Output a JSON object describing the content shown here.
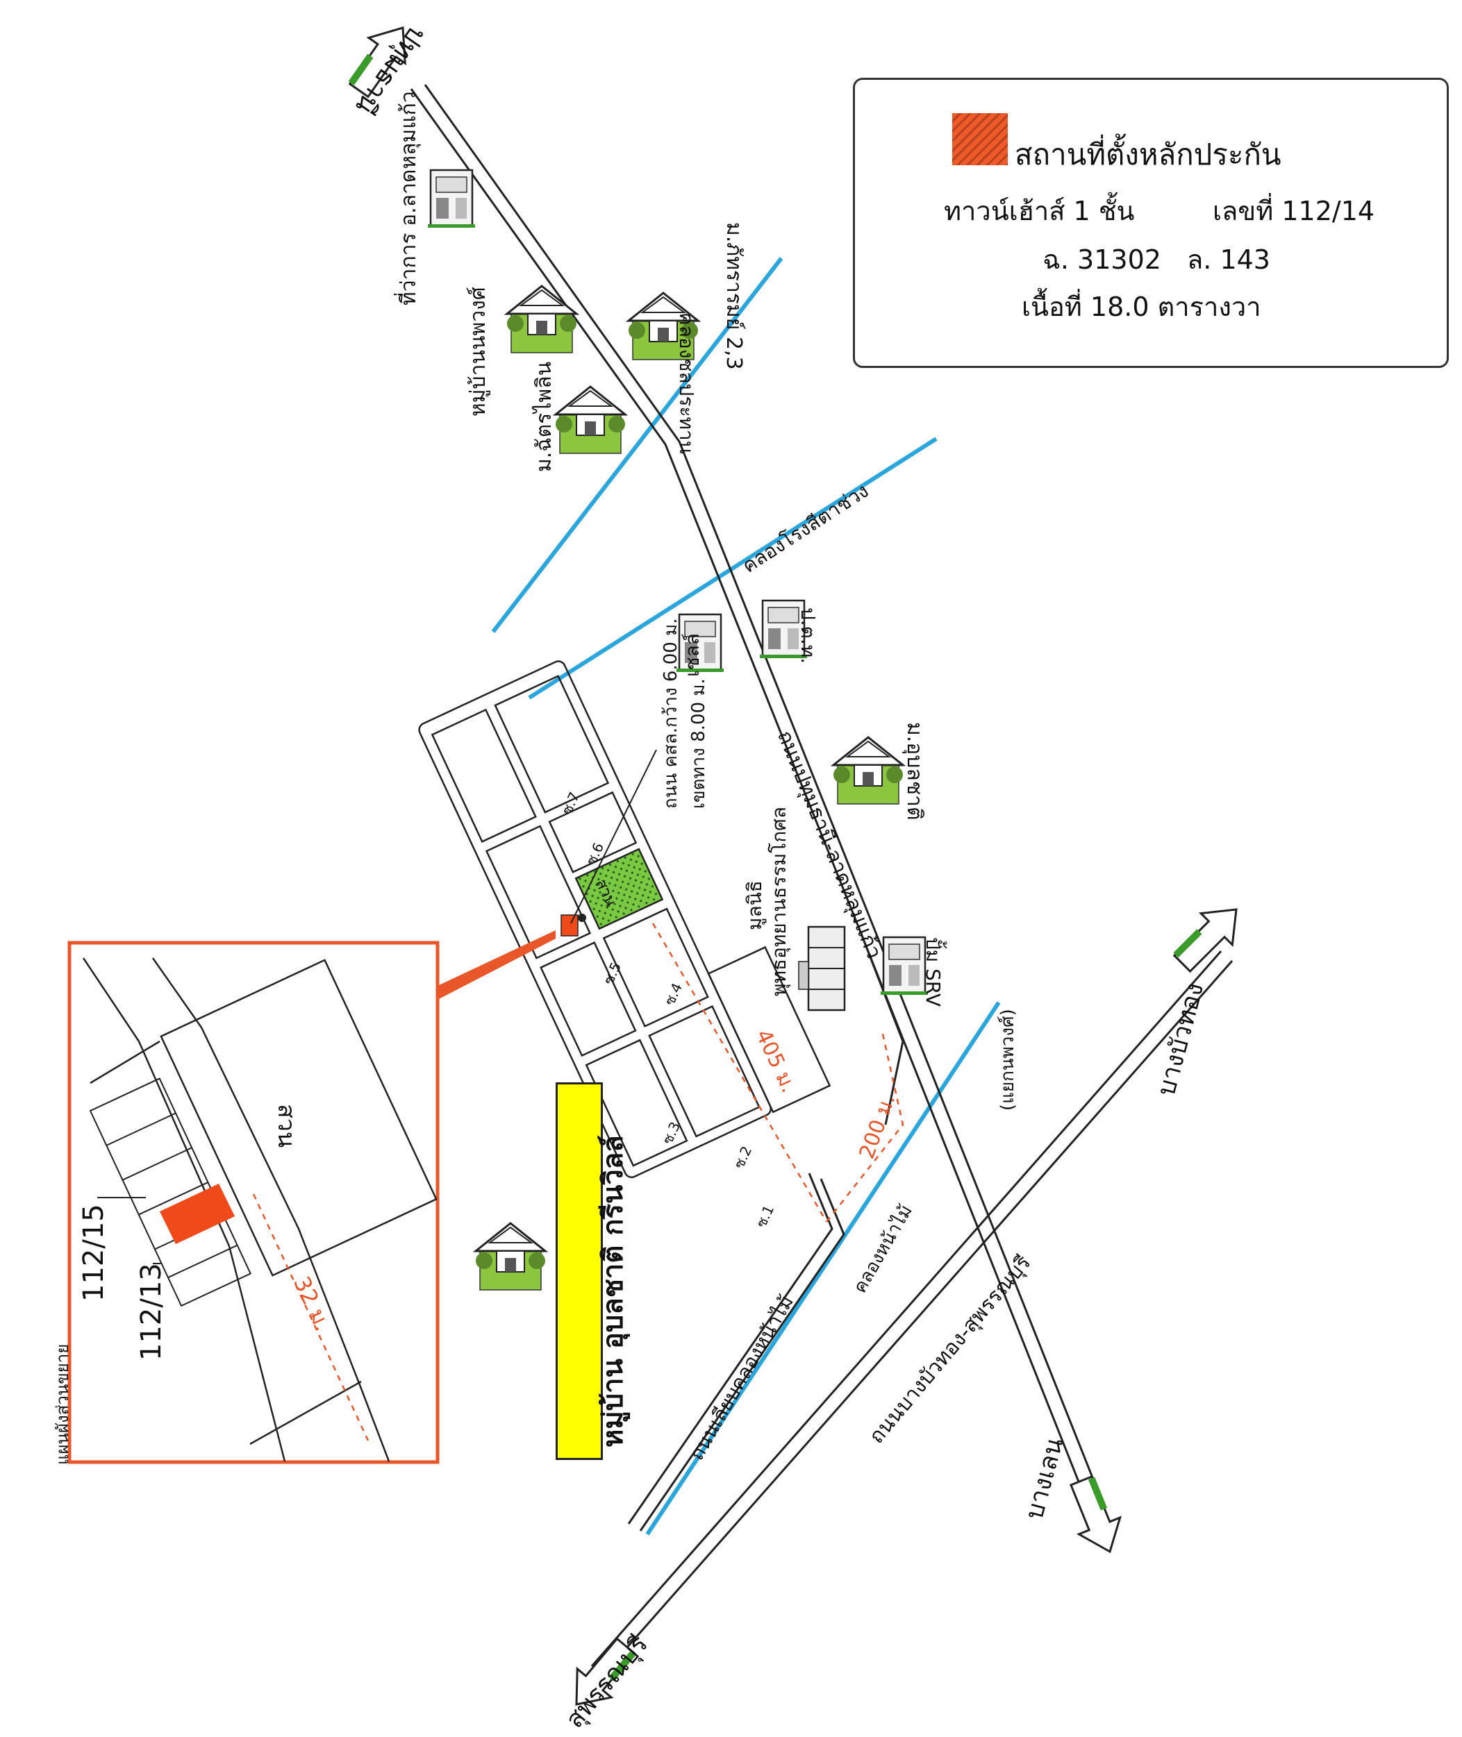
{
  "legend": {
    "title": "สถานที่ตั้งหลักประกัน",
    "property_type": "ทาวน์เฮ้าส์ 1 ชั้น",
    "house_number": "เลขที่ 112/14",
    "deed_number": "ฉ. 31302",
    "land_number": "ล. 143",
    "area": "เนื้อที่ 18.0 ตารางวา",
    "swatch_color": "#ee5a2a"
  },
  "destinations": {
    "north": "ปทุมธานี",
    "south_west": "สุพรรณบุรี",
    "east": "บางบัวทอง",
    "south": "บางเลน"
  },
  "roads": {
    "main_road": "ถนนปทุมธานี-ลาดหลุมแก้ว",
    "cross_road": "ถนนบางบัวทอง-สุพรรณบุรี",
    "junction": "(แยกนพวงศ์)",
    "canal_road": "ถนนเลียบคลองหน้าไม้",
    "estate_road_width": "ถนน คสล.กว้าง 6.00 ม.",
    "estate_road_reserve": "เขตทาง 8.00 ม."
  },
  "canals": {
    "canal_1": "คลองชลประทาน",
    "canal_2": "คลองโรงสีตาช่วง",
    "canal_3": "คลองหน้าไม้"
  },
  "landmarks": {
    "district_office": "ที่ว่าการ อ.ลาดหลุมแก้ว",
    "village_1": "หมู่บ้านนพวงศ์",
    "village_2": "ม.ฉัตรไพลิน",
    "village_3": "ม.ภัทรารมย์ 2,3",
    "shell": "เชลล์",
    "ptt": "ป.ต.ท.",
    "village_4": "ม.อุบลชาติ",
    "foundation_1": "มูลนิธิ",
    "foundation_2": "พุทธอุทยานธรรมโกศล",
    "srv": "ปั้ม SRV",
    "estate_name": "หมู่บ้าน อุบลชาติ กรีนวิลล์",
    "park": "สวน"
  },
  "sois": [
    "ซ.1",
    "ซ.2",
    "ซ.3",
    "ซ.4",
    "ซ.5",
    "ซ.6",
    "ซ.7"
  ],
  "distances": {
    "d1": "405 ม.",
    "d2": "200 ม.",
    "d3": "32 ม."
  },
  "inset": {
    "caption": "แผนผังส่วนขยาย",
    "label_a": "112/15",
    "label_b": "112/13",
    "garden": "สวน",
    "frame_color": "#e8562a"
  },
  "colors": {
    "canal": "#2ba6dc",
    "arrow_green": "#3a9a2a",
    "highlight": "#f04a1a",
    "park_green": "#7ac943",
    "sign_yellow": "#ffff00"
  }
}
